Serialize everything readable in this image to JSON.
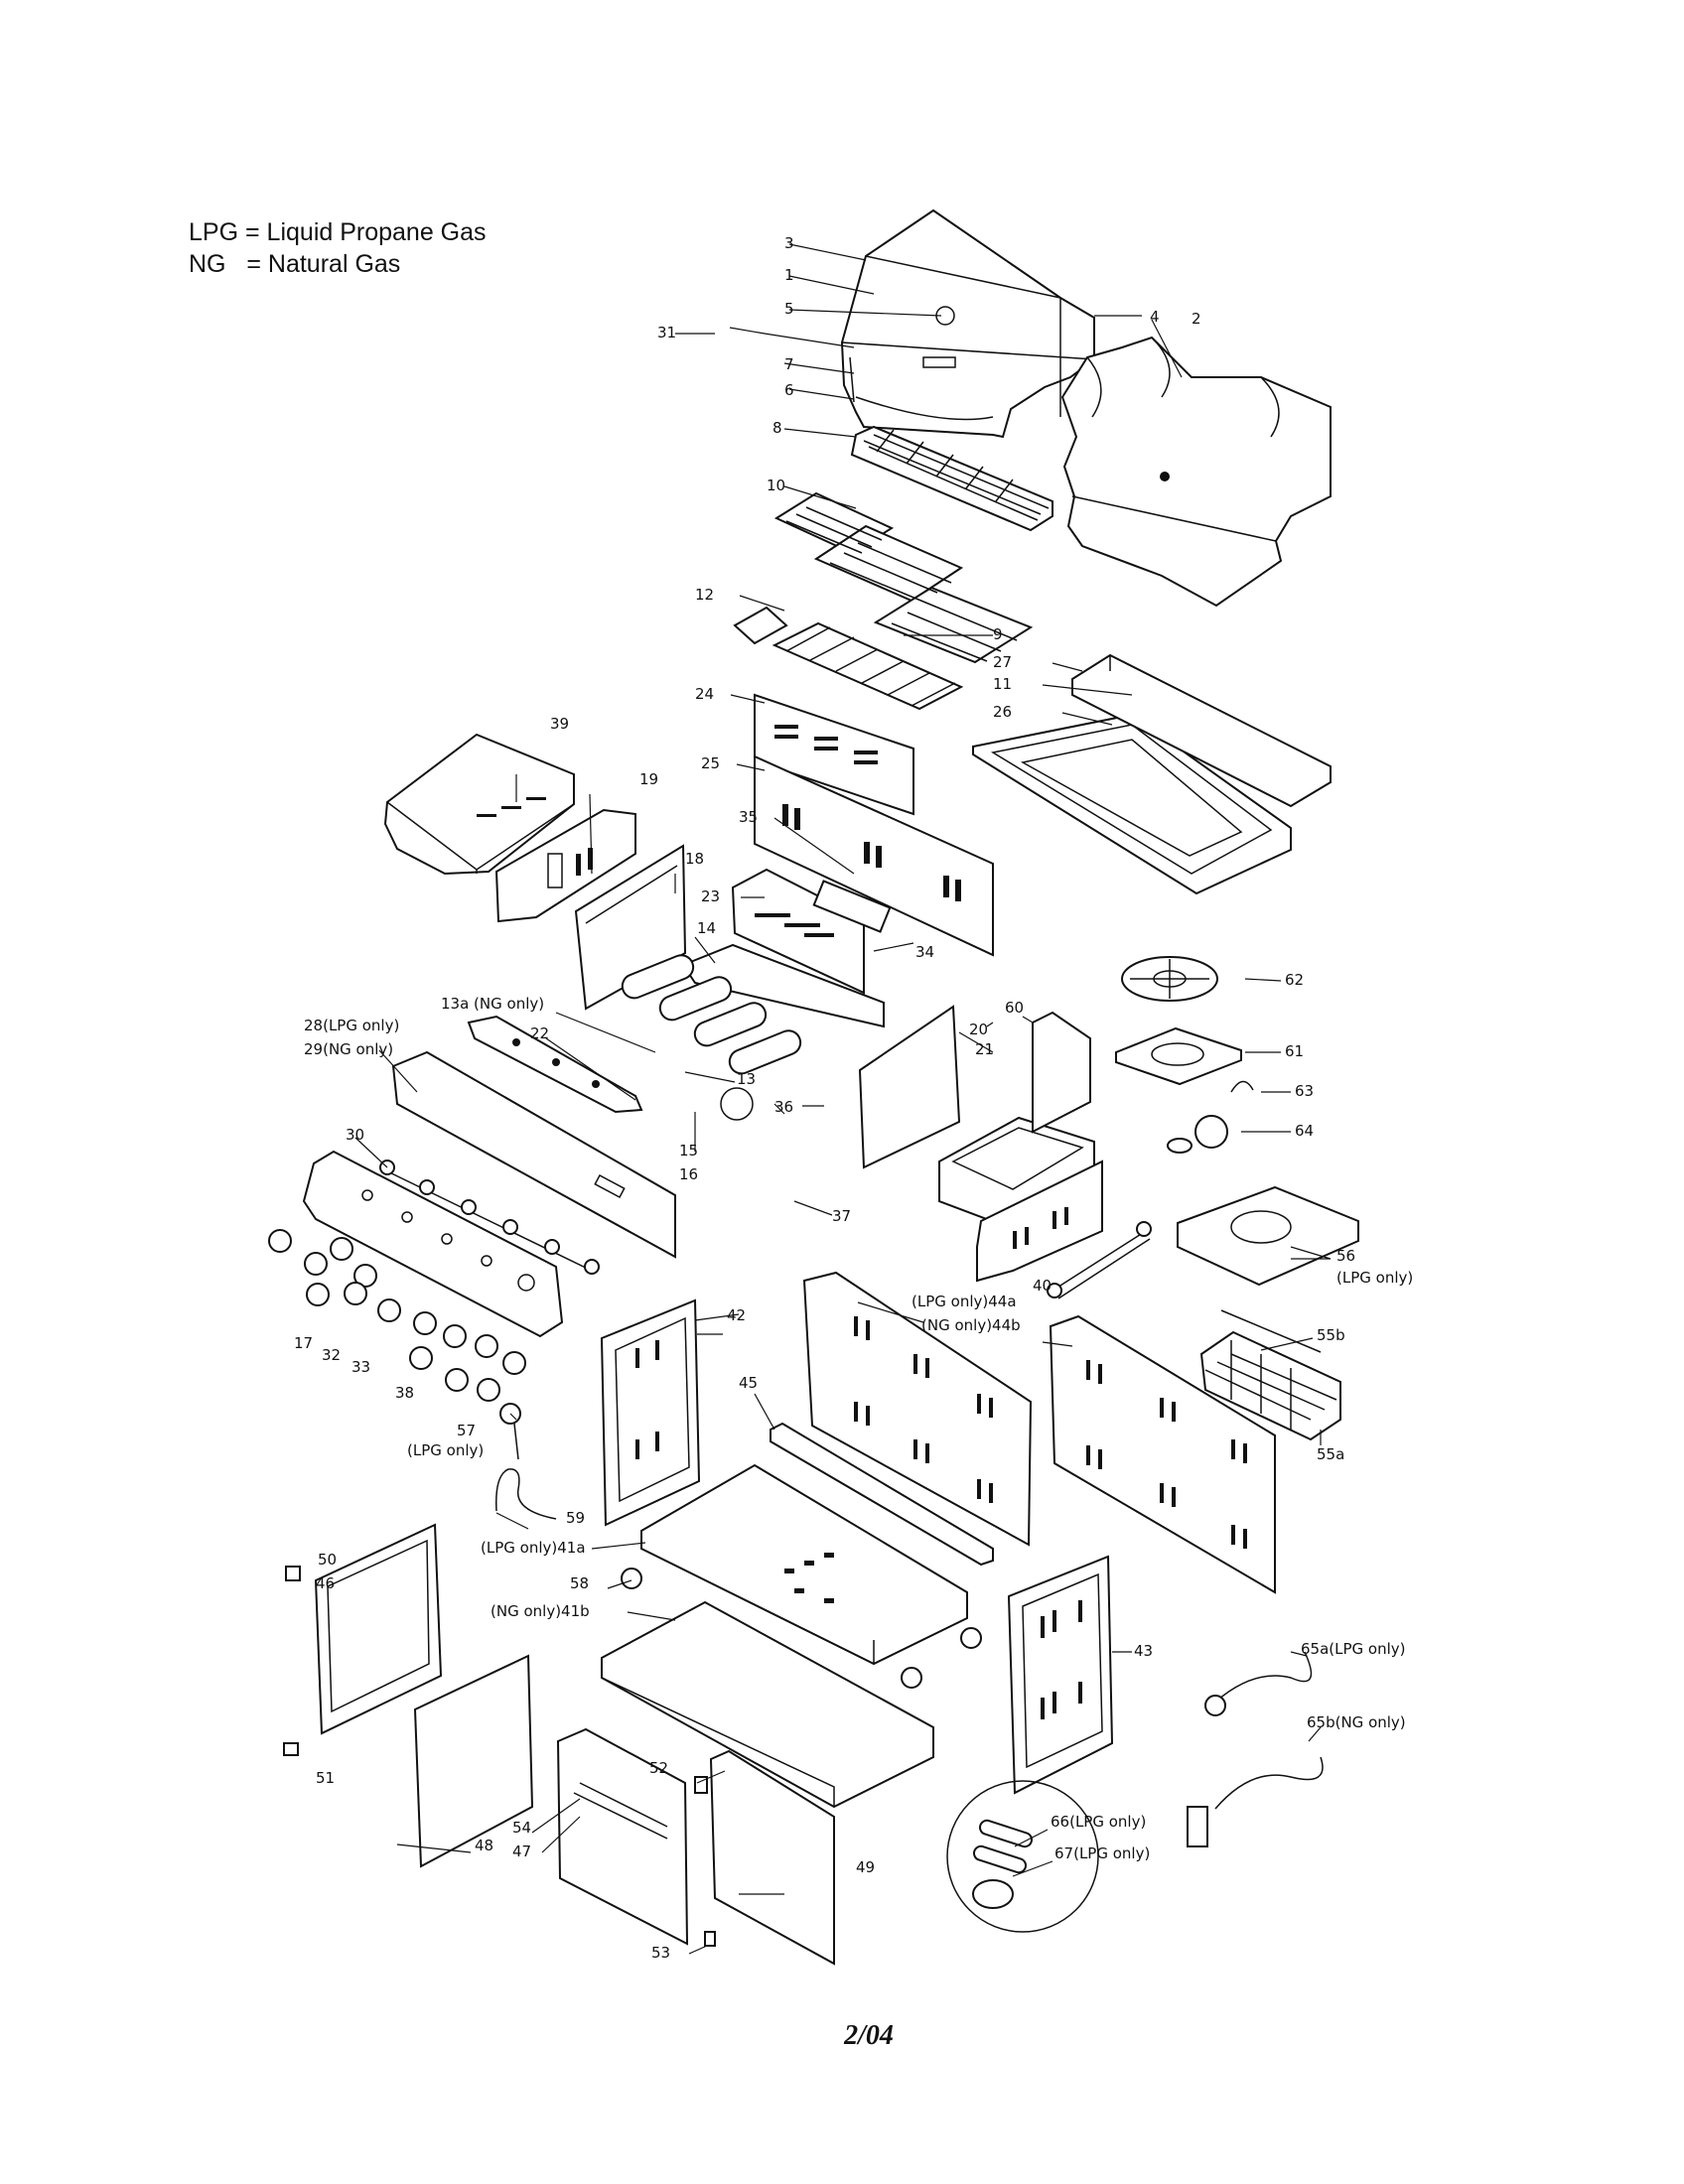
{
  "legend": [
    {
      "abbr": "LPG",
      "sep": "=",
      "text": "Liquid Propane Gas"
    },
    {
      "abbr": "NG",
      "sep": "=",
      "text": "Natural Gas"
    }
  ],
  "footer": "2/04",
  "parts": {
    "p1": "1",
    "p2": "2",
    "p3": "3",
    "p4": "4",
    "p5": "5",
    "p6": "6",
    "p7": "7",
    "p8": "8",
    "p9": "9",
    "p10": "10",
    "p11": "11",
    "p12": "12",
    "p13": "13",
    "p13a": "13a (NG only)",
    "p14": "14",
    "p15": "15",
    "p16": "16",
    "p17": "17",
    "p18": "18",
    "p19": "19",
    "p20": "20",
    "p21": "21",
    "p22": "22",
    "p23": "23",
    "p24": "24",
    "p25": "25",
    "p26": "26",
    "p27": "27",
    "p28": "28(LPG only)",
    "p29": "29(NG only)",
    "p30": "30",
    "p31": "31",
    "p32": "32",
    "p33": "33",
    "p34": "34",
    "p35": "35",
    "p36": "36",
    "p37": "37",
    "p38": "38",
    "p39": "39",
    "p40": "40",
    "p41a": "(LPG only)41a",
    "p41b": "(NG only)41b",
    "p42": "42",
    "p43": "43",
    "p44a": "(LPG only)44a",
    "p44b": "(NG only)44b",
    "p45": "45",
    "p46": "46",
    "p47": "47",
    "p48": "48",
    "p49": "49",
    "p50": "50",
    "p51": "51",
    "p52": "52",
    "p53": "53",
    "p54": "54",
    "p55a": "55a",
    "p55b": "55b",
    "p56": "56",
    "p56note": "(LPG only)",
    "p57": "57",
    "p57note": "(LPG only)",
    "p58": "58",
    "p59": "59",
    "p60": "60",
    "p61": "61",
    "p62": "62",
    "p63": "63",
    "p64": "64",
    "p65a": "65a(LPG only)",
    "p65b": "65b(NG only)",
    "p66": "66(LPG only)",
    "p67": "67(LPG only)"
  }
}
